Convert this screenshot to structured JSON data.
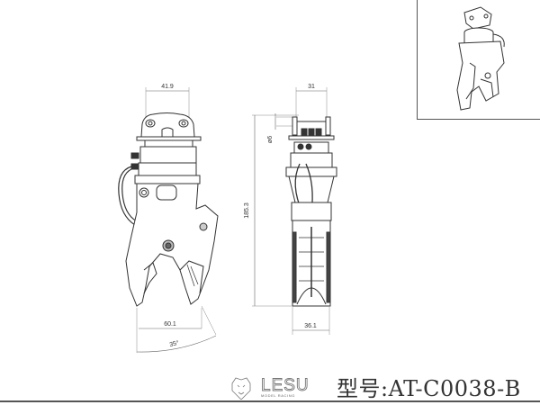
{
  "drawing": {
    "front_view": {
      "top_width": "41.9",
      "jaw_opening": "60.1",
      "angle": "35°"
    },
    "side_view": {
      "top_width": "31",
      "pin_diameter": "ø6",
      "height": "185.3",
      "bottom_width": "36.1"
    }
  },
  "footer": {
    "brand_name": "LESU",
    "brand_subtitle": "MODEL RACING",
    "model_label": "型号:AT-C0038-B"
  },
  "colors": {
    "line": "#333333",
    "dimension_line": "#666666",
    "background": "#ffffff"
  }
}
